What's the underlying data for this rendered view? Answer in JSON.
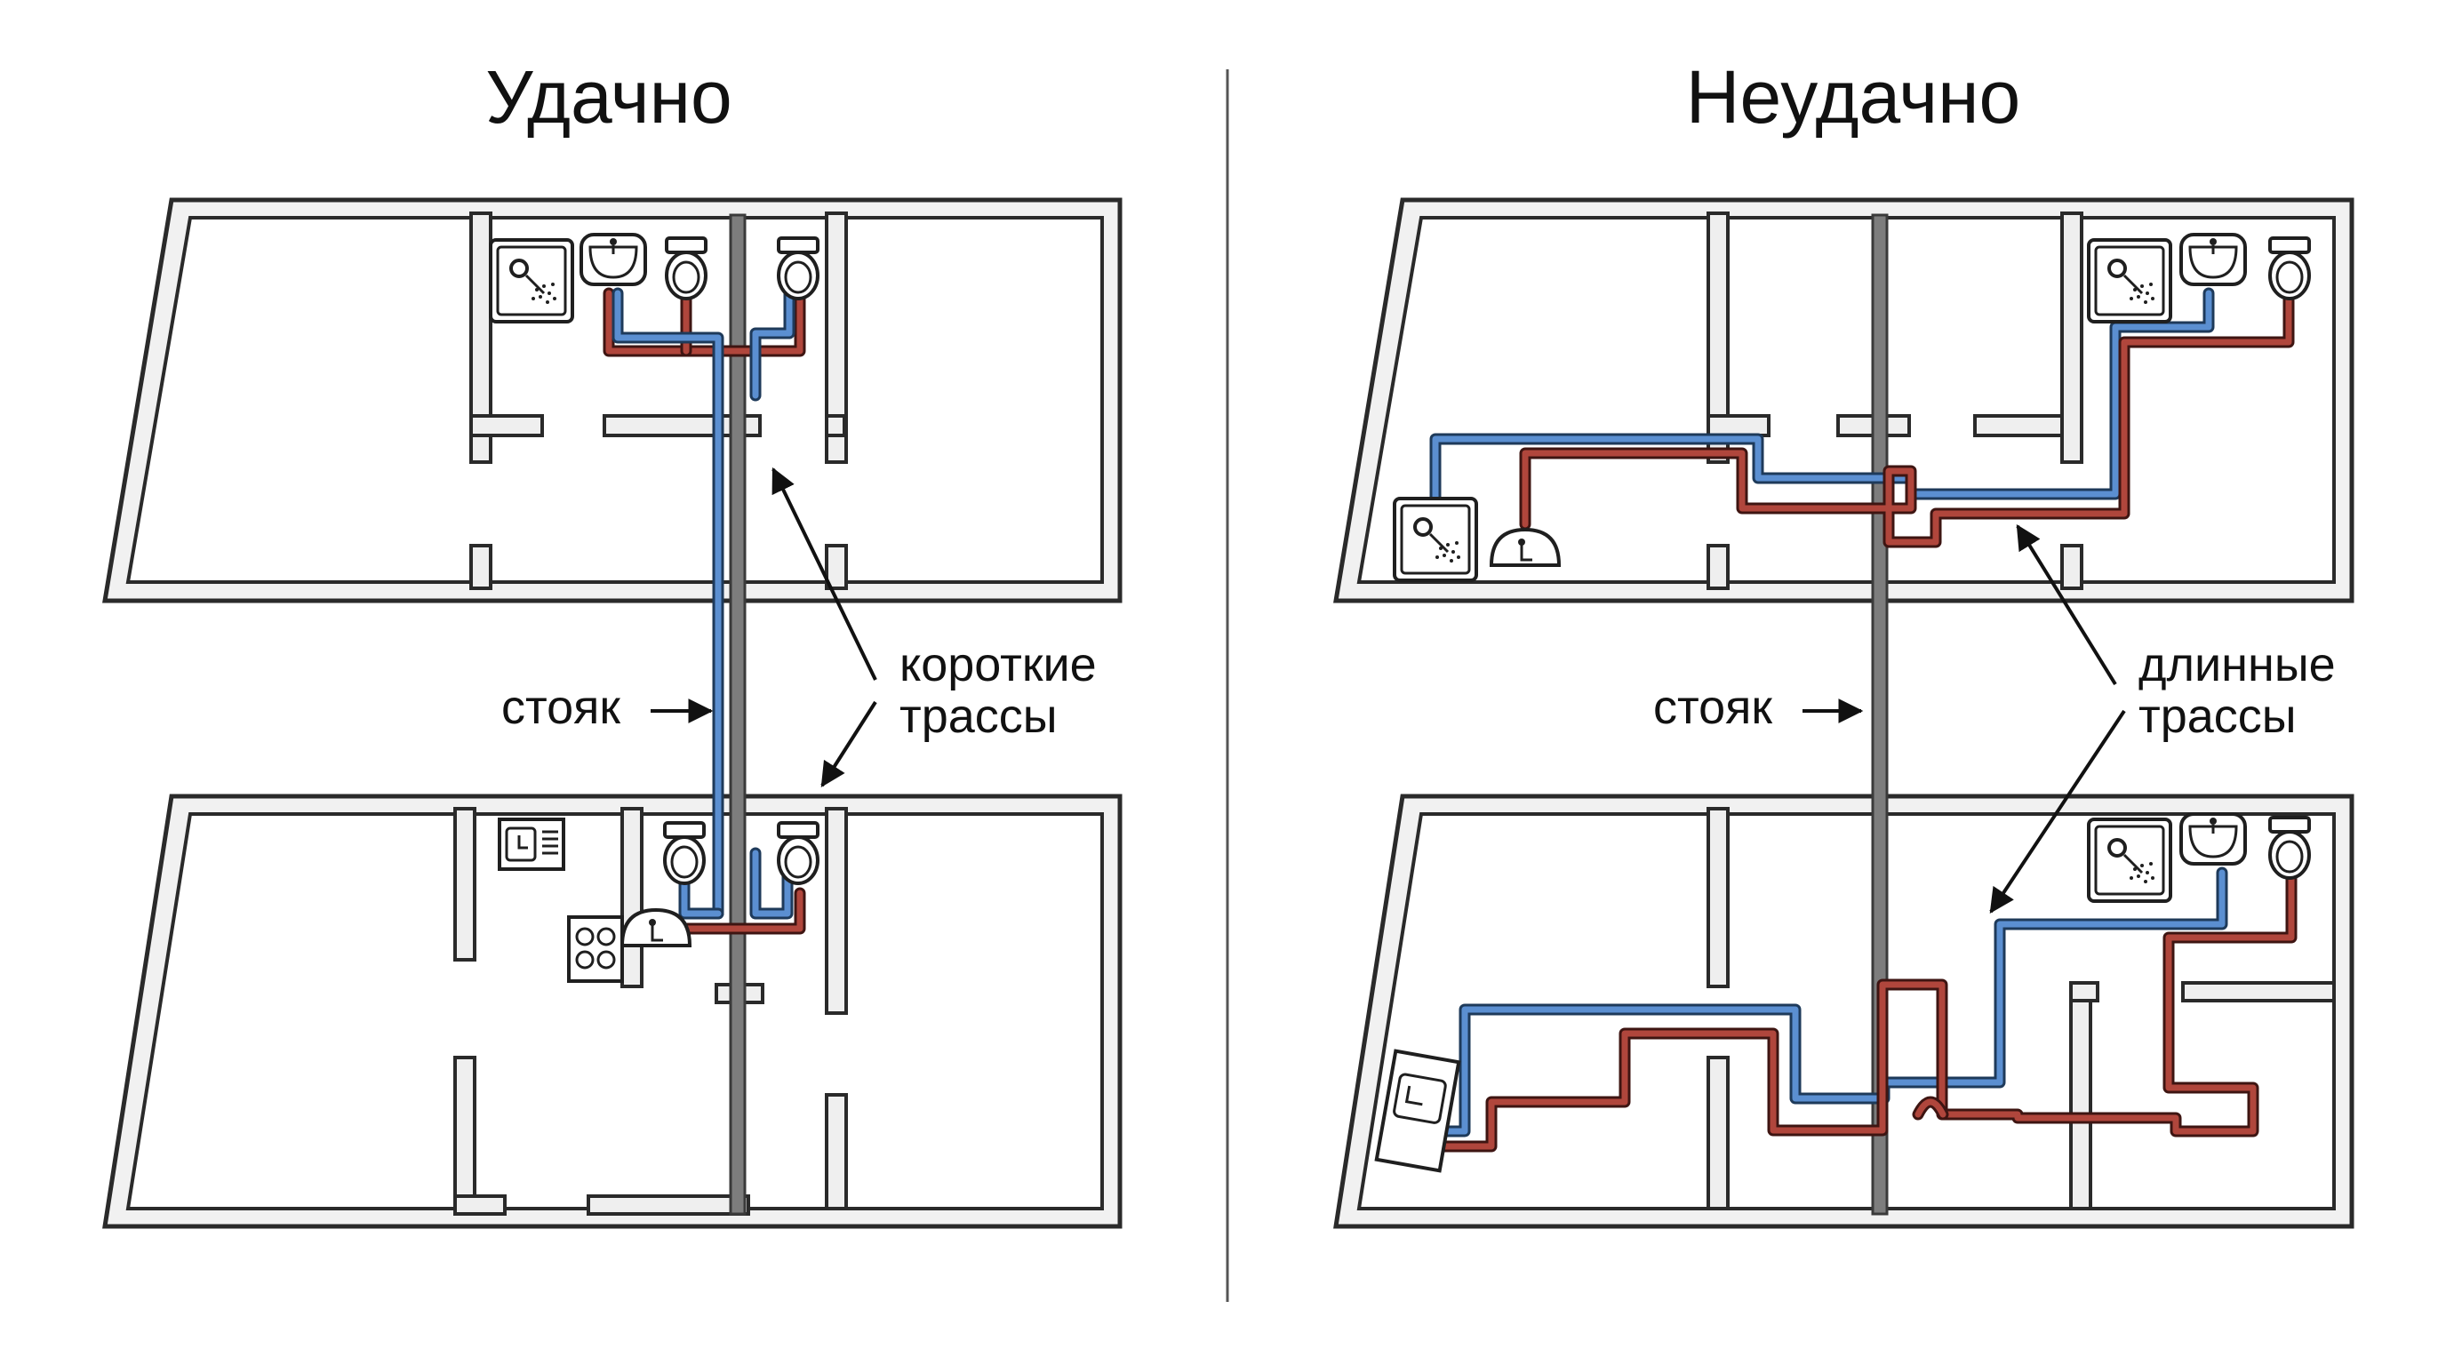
{
  "panels": {
    "left": {
      "title": "Удачно",
      "riser_label": "стояк",
      "routes_label_line1": "короткие",
      "routes_label_line2": "трассы"
    },
    "right": {
      "title": "Неудачно",
      "riser_label": "стояк",
      "routes_label_line1": "длинные",
      "routes_label_line2": "трассы"
    }
  },
  "colors": {
    "cold_pipe": "#5b8fd1",
    "hot_pipe": "#b0463c",
    "riser": "#7d7d7d"
  },
  "icons": [
    "shower-icon",
    "sink-icon",
    "toilet-icon",
    "stove-icon",
    "kitchen-sink-icon"
  ]
}
